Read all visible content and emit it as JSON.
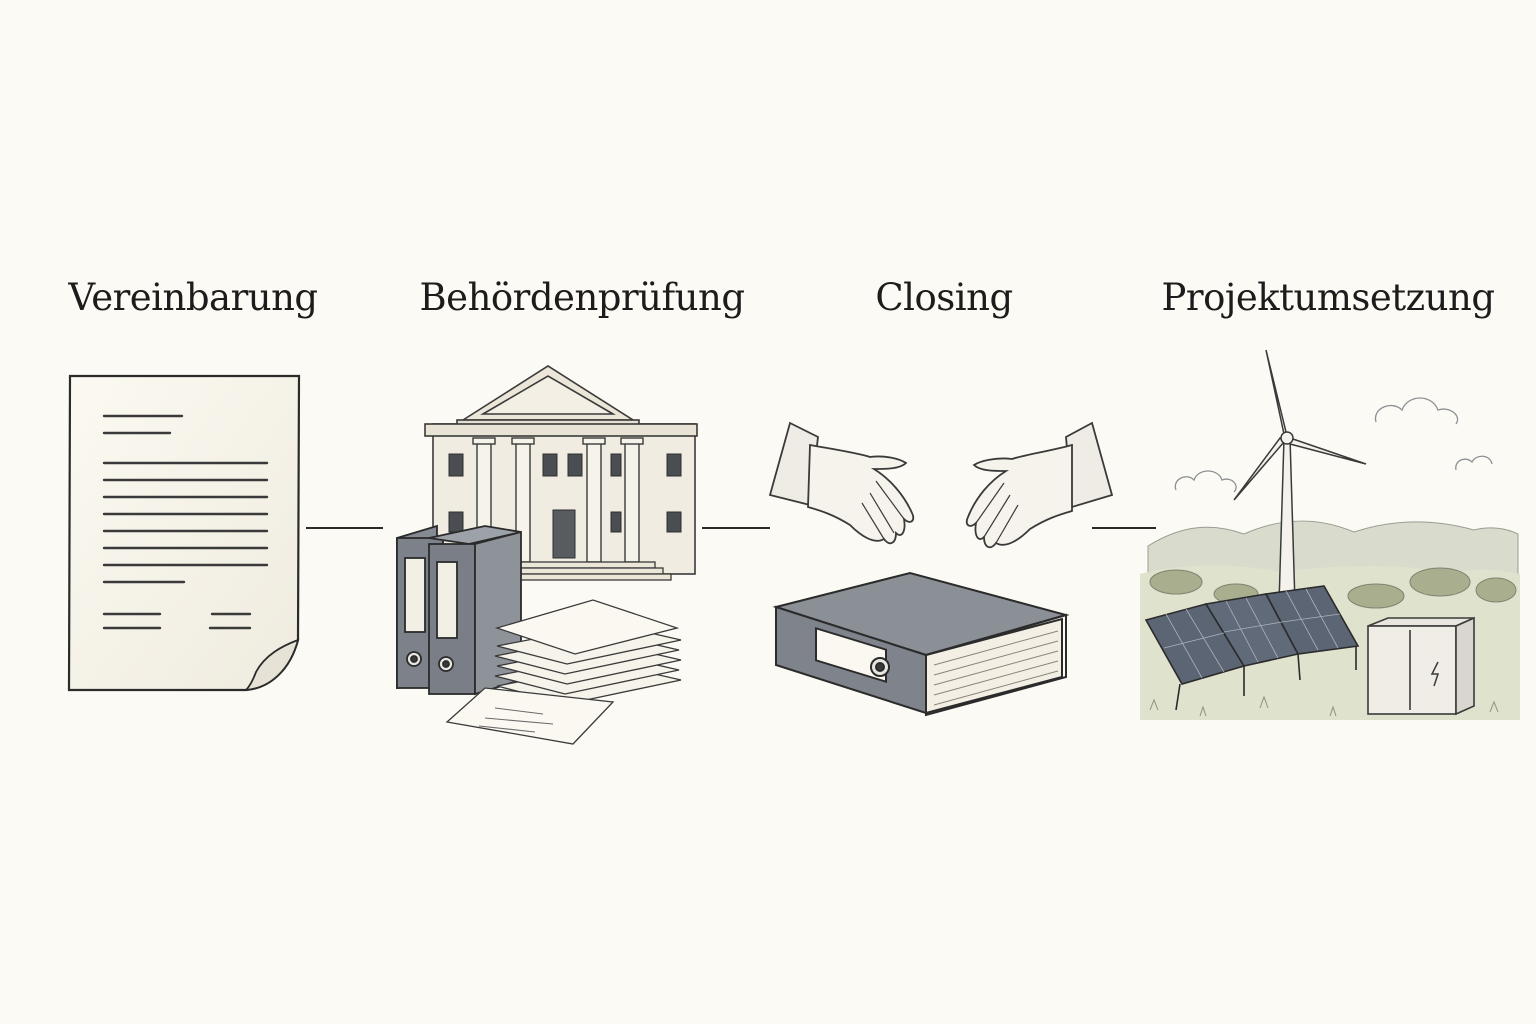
{
  "stages": [
    {
      "label": "Vereinbarung",
      "icon": "agreement-document-icon"
    },
    {
      "label": "Behördenprüfung",
      "icon": "authority-building-files-icon"
    },
    {
      "label": "Closing",
      "icon": "handshake-binder-icon"
    },
    {
      "label": "Projektumsetzung",
      "icon": "renewable-energy-site-icon"
    }
  ],
  "colors": {
    "background": "#fcfaf4",
    "ink": "#1c1c1c",
    "binder": "#7f848c",
    "paper": "#f7f4ea",
    "landscape": "#c9cdb0"
  }
}
